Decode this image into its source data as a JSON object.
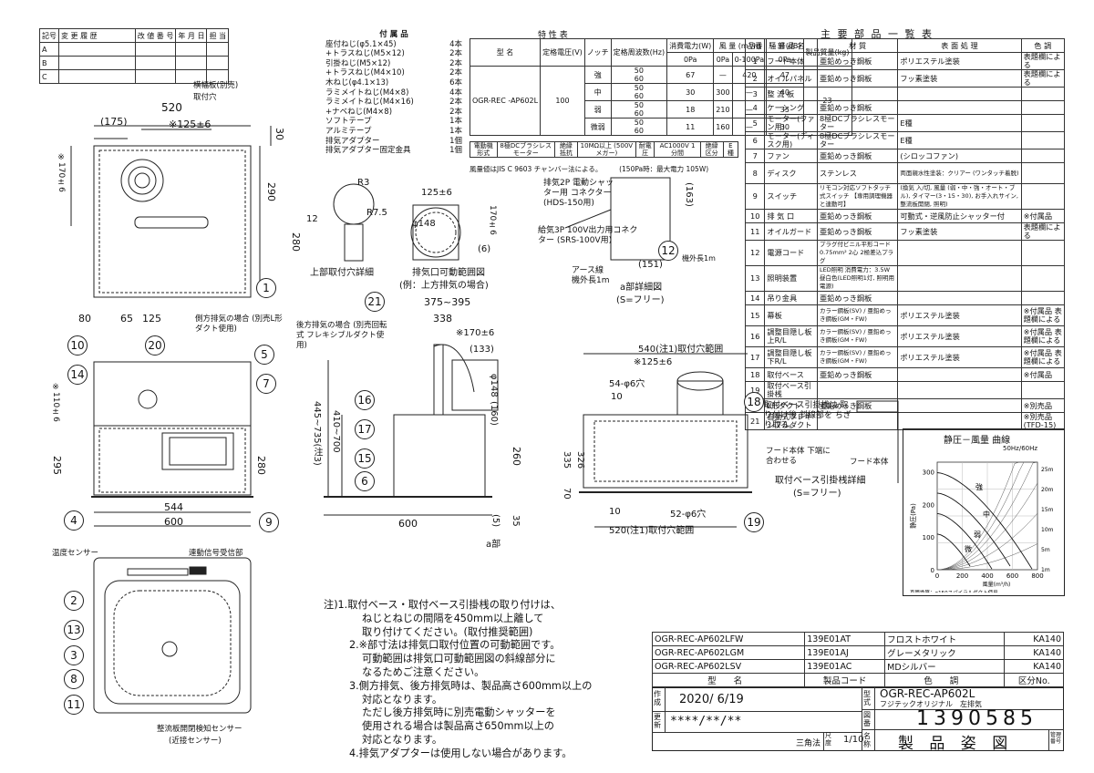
{
  "revision_block": {
    "headers": [
      "記号",
      "変 更 履 歴",
      "改 値 番 号",
      "年 月 日",
      "担 当"
    ],
    "rows": [
      "A",
      "B",
      "C"
    ]
  },
  "accessories": {
    "title": "付 属 品",
    "items": [
      [
        "座付ねじ(φ5.1×45)",
        "4本"
      ],
      [
        "+トラスねじ(M5×12)",
        "2本"
      ],
      [
        "引掛ねじ(M5×12)",
        "2本"
      ],
      [
        "+トラスねじ(M4×10)",
        "2本"
      ],
      [
        "木ねじ(φ4.1×13)",
        "6本"
      ],
      [
        "ラミメイトねじ(M4×8)",
        "4本"
      ],
      [
        "ラミメイトねじ(M4×16)",
        "2本"
      ],
      [
        "+ナベねじ(M4×8)",
        "2本"
      ],
      [
        "ソフトテープ",
        "1本"
      ],
      [
        "アルミテープ",
        "1本"
      ],
      [
        "排気アダプター",
        "1個"
      ],
      [
        "排気アダプター固定金具",
        "1個"
      ]
    ]
  },
  "characteristics": {
    "title": "特 性 表",
    "headers": [
      "型 名",
      "定格電圧(V)",
      "ノッチ",
      "定格周波数(Hz)",
      "消費電力(W)",
      "風 量 (m³/h)",
      "騒 音(dB)",
      "製品質量(kg)"
    ],
    "subheaders": [
      "0Pa",
      "0Pa",
      "0-100Pa",
      "0Pa"
    ],
    "model": "OGR-REC -AP602L",
    "voltage": "100",
    "mass": "23",
    "rows": [
      {
        "notch": "強",
        "freq": [
          "50",
          "60"
        ],
        "power": "67",
        "q0": "—",
        "q100": "420",
        "noise": "47"
      },
      {
        "notch": "中",
        "freq": [
          "50",
          "60"
        ],
        "power": "30",
        "q0": "300",
        "q100": "—",
        "noise": "40"
      },
      {
        "notch": "弱",
        "freq": [
          "50",
          "60"
        ],
        "power": "18",
        "q0": "210",
        "q100": "—",
        "noise": "35"
      },
      {
        "notch": "微弱",
        "freq": [
          "50",
          "60"
        ],
        "power": "11",
        "q0": "160",
        "q100": "—",
        "noise": "30"
      }
    ],
    "motor_row": [
      "電動機形式",
      "8極DCブラシレス モーター",
      "絶縁抵抗",
      "10MΩ以上 (500Vメガー)",
      "耐電圧",
      "AC1000V 1分間",
      "絶縁区分",
      "E 種"
    ],
    "note": "風量値はJIS C 9603 チャンバー法による。　　　(150Pa時：最大電力 105W)"
  },
  "parts": {
    "title": "主 要 部 品 一 覧 表",
    "headers": [
      "品番",
      "部 品 名",
      "材 質",
      "表 面 処 理",
      "色 調"
    ],
    "rows": [
      [
        "1",
        "フード本体",
        "亜鉛めっき鋼板",
        "ポリエステル塗装",
        "表題欄による"
      ],
      [
        "2",
        "オイルパネル",
        "亜鉛めっき鋼板",
        "フッ素塗装",
        "表題欄による"
      ],
      [
        "3",
        "整 流 板",
        "",
        "",
        ""
      ],
      [
        "4",
        "ケーシング",
        "亜鉛めっき鋼板",
        "",
        ""
      ],
      [
        "5",
        "モーター(ファン用)",
        "8極DCブラシレスモーター",
        "E種",
        ""
      ],
      [
        "6",
        "モーター(ディスク用)",
        "8極DCブラシレスモーター",
        "E種",
        ""
      ],
      [
        "7",
        "ファン",
        "亜鉛めっき鋼板",
        "(シロッコファン)",
        ""
      ],
      [
        "8",
        "ディスク",
        "ステンレス",
        "両面親水性塗装：クリアー (ワンタッチ着脱)",
        ""
      ],
      [
        "9",
        "スイッチ",
        "リモコン対応ソフトタッチ式スイッチ 【専用調理機器と連動可】",
        "(換気 入/切, 風量 (弱・中・強・オート・ブル), タイマー(3・15・30), お手入れサイン, 整流板開閉, 照明)",
        ""
      ],
      [
        "10",
        "排 気 口",
        "亜鉛めっき鋼板",
        "可動式・逆風防止シャッター付",
        "※付属品"
      ],
      [
        "11",
        "オイルガード",
        "亜鉛めっき鋼板",
        "フッ素塗装",
        "表題欄による"
      ],
      [
        "12",
        "電源コード",
        "プラグ付ビニル平形コード0.75mm² 2心 2極差込プラグ",
        "",
        ""
      ],
      [
        "13",
        "照明装置",
        "LED照明 消費電力：3.5W 昼白色(LED照明1灯, 照明用電源)",
        "",
        ""
      ],
      [
        "14",
        "吊り金具",
        "亜鉛めっき鋼板",
        "",
        ""
      ],
      [
        "15",
        "幕板",
        "カラー鋼板(SV) / 亜鉛めっき鋼板(GM・FW)",
        "ポリエステル塗装",
        "※付属品 表題欄による"
      ],
      [
        "16",
        "調整目隠し板上R/L",
        "カラー鋼板(SV) / 亜鉛めっき鋼板(GM・FW)",
        "ポリエステル塗装",
        "※付属品 表題欄による"
      ],
      [
        "17",
        "調整目隠し板下R/L",
        "カラー鋼板(SV) / 亜鉛めっき鋼板(GM・FW)",
        "ポリエステル塗装",
        "※付属品 表題欄による"
      ],
      [
        "18",
        "取付ベース",
        "亜鉛めっき鋼板",
        "",
        "※付属品"
      ],
      [
        "19",
        "取付ベース引掛桟",
        "",
        "",
        ""
      ],
      [
        "20",
        "L形ダクト",
        "亜鉛めっき鋼板",
        "",
        "※別売品"
      ],
      [
        "21",
        "自動式フレキシブルダクト",
        "",
        "",
        "※別売品(TFD-15)"
      ]
    ]
  },
  "graph": {
    "title": "静圧－風量 曲線",
    "freq": "50Hz/60Hz",
    "ylabel": "静圧(Pa)",
    "xlabel": "風量(m³/h)",
    "yticks": [
      "0",
      "100",
      "200",
      "300"
    ],
    "xticks": [
      "0",
      "200",
      "400",
      "600",
      "800"
    ],
    "right_labels": [
      "25m",
      "20m",
      "15m",
      "10m",
      "5m",
      "1m"
    ],
    "notch_labels": [
      "強",
      "中",
      "弱",
      "微"
    ],
    "note": "直管換算：φ150スパイラルダクト使用。"
  },
  "drawings": {
    "top_view": {
      "w520": "520",
      "w175": "(175)",
      "d125": "※125±6",
      "h170": "※170±6",
      "h290": "290",
      "h30": "30",
      "h12": "12",
      "h280": "280",
      "label_hole": "横幅板(別売)",
      "label_attach": "取付穴",
      "caption": "上部取付穴詳細"
    },
    "exhaust_range": {
      "r3": "R3",
      "r75": "R7.5",
      "d125": "125±6",
      "d148": "φ148",
      "h170": "170±6",
      "h6": "(6)",
      "caption": "排気口可動範囲図",
      "sub": "(例：上方排気の場合)"
    },
    "a_detail": {
      "l1": "排気2P 電動シャッター用 コネクター (HDS-150用)",
      "l2": "給気3P 100V出力用コネクター (SRS-100V用)",
      "l3": "アース線 機外長1m",
      "l4": "機外長1m",
      "d163": "(163)",
      "d151": "(151)",
      "caption": "a部詳細図",
      "sub": "(S=フリー)"
    },
    "front_view": {
      "d80": "80",
      "d65": "65",
      "d125": "125",
      "h110": "※110±6",
      "h295": "295",
      "h280": "280",
      "w544": "544",
      "w600": "600",
      "side_label": "側方排気の場合 (別売L形ダクト使用)"
    },
    "side_view": {
      "d375": "375~395",
      "d338": "338",
      "d170": "※170±6",
      "d133": "(133)",
      "d148": "φ148",
      "d160": "(160)",
      "d445": "445~735(注3)",
      "d410": "410~700",
      "d260": "260",
      "d600": "600",
      "d5": "(5)",
      "d35": "35",
      "rear_label": "後方排気の場合 (別売回転式 フレキシブルダクト使用)",
      "a_label": "a部"
    },
    "back_view": {
      "d540": "540(注1)取付穴範囲",
      "d125": "※125±6",
      "d54": "54-φ6穴",
      "d10": "10",
      "d335": "335",
      "d326": "326",
      "d70": "70",
      "d52": "52-φ6穴",
      "d520": "520(注1)取付穴範囲",
      "d10b": "10"
    },
    "base_detail": {
      "l1": "取付ベース引掛桟は 取り付け後 斜線部を ちぎり取る。",
      "l2": "フード本体 下端に合わせる",
      "l3": "フード本体",
      "caption": "取付ベース引掛桟詳細",
      "sub": "(S=フリー)"
    },
    "bottom_view": {
      "temp": "温度センサー",
      "sig": "連動信号受信部",
      "sensor": "整流板開閉検知センサー",
      "sensor_sub": "(近接センサー)"
    }
  },
  "notes": [
    "注)1.取付ベース・取付ベース引掛桟の取り付けは、",
    "ねじとねじの間隔を450mm以上離して",
    "取り付けてください。(取付推奨範囲)",
    "2.※部寸法は排気口取付位置の可動範囲です。",
    "可動範囲は排気口可動範囲図の斜線部分に",
    "なるためご注意ください。",
    "3.側方排気、後方排気時は、製品高さ600mm以上の",
    "対応となります。",
    "ただし後方排気時に別売電動シャッターを",
    "使用される場合は製品高さ650mm以上の",
    "対応となります。",
    "4.排気アダプターは使用しない場合があります。"
  ],
  "models": {
    "rows": [
      [
        "OGR-REC-AP602LFW",
        "139E01AT",
        "フロストホワイト",
        "KA140"
      ],
      [
        "OGR-REC-AP602LGM",
        "139E01AJ",
        "グレーメタリック",
        "KA140"
      ],
      [
        "OGR-REC-AP602LSV",
        "139E01AC",
        "MDシルバー",
        "KA140"
      ]
    ],
    "headers": [
      "型 名",
      "製品コード",
      "色 調",
      "区分No."
    ]
  },
  "title_block": {
    "made": "作成",
    "date": "2020/ 6/19",
    "revised": "更新",
    "rev_date": "****/**/**",
    "type_label": "型式",
    "model": "OGR-REC-AP602L",
    "sub": "フジテックオリジナル　左排気",
    "no_label": "図番",
    "number": "1390585",
    "projection": "三角法",
    "scale_label": "尺度",
    "scale": "1/10",
    "name_label": "名称",
    "title": "製 品 姿 図",
    "mgmt": "管理番号"
  },
  "callouts": [
    "1",
    "2",
    "3",
    "4",
    "5",
    "6",
    "7",
    "8",
    "9",
    "10",
    "11",
    "12",
    "13",
    "14",
    "15",
    "16",
    "17",
    "18",
    "19",
    "20",
    "21"
  ]
}
